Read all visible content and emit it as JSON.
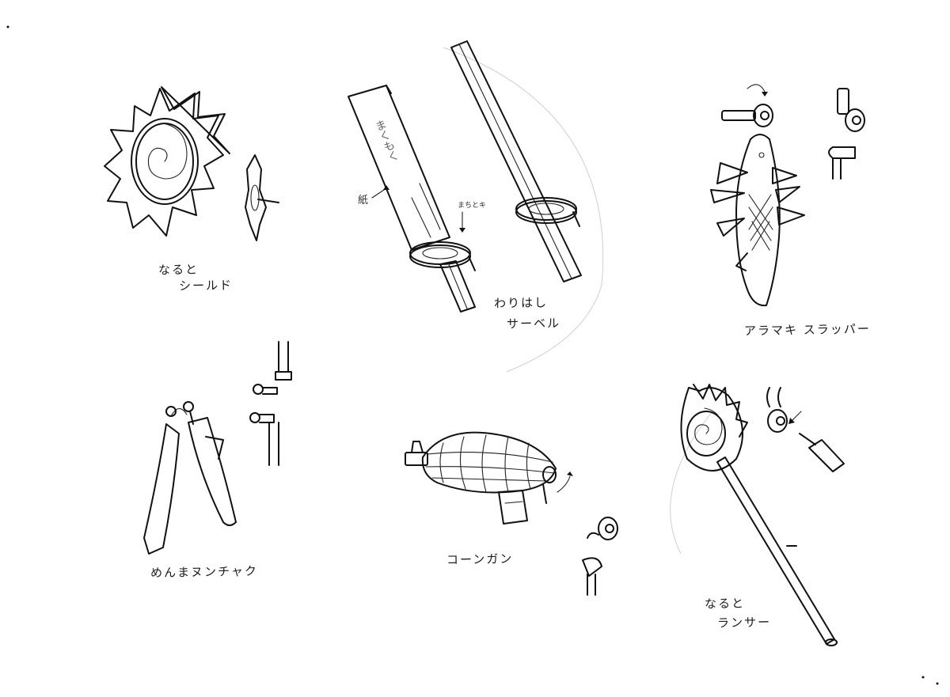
{
  "items": [
    {
      "id": "naruto-shield",
      "name_line1": "なると",
      "name_line2": "シールド"
    },
    {
      "id": "waribashi-saber",
      "name_line1": "わりはし",
      "name_line2": "サーベル",
      "note_side": "紙",
      "note_small": "まちとキ",
      "note_wrapper": "まくもく"
    },
    {
      "id": "aramaki-slapper",
      "name_line1": "アラマキ スラッパー"
    },
    {
      "id": "menma-nunchaku",
      "name_line1": "めんまヌンチャク"
    },
    {
      "id": "corn-gun",
      "name_line1": "コーンガン"
    },
    {
      "id": "naruto-lancer",
      "name_line1": "なると",
      "name_line2": "ランサー"
    }
  ],
  "colors": {
    "ink": "#111111",
    "paper": "#ffffff"
  }
}
